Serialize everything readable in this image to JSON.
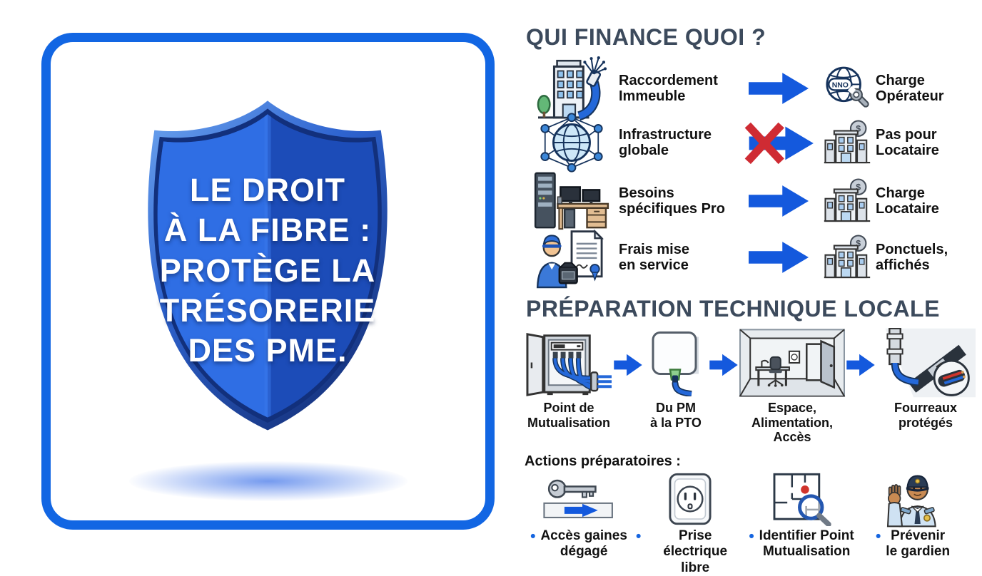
{
  "colors": {
    "frame_blue": "#1266e3",
    "arrow_blue": "#1459dd",
    "title_navy": "#3c4a5c",
    "cross_red": "#cf2b33",
    "shield_left": "#2f6ee4",
    "shield_right": "#1c4cb8"
  },
  "shield": {
    "headline": "LE DROIT\nÀ LA FIBRE :\nPROTÈGE LA\nTRÉSORERIE\nDES PME."
  },
  "finance": {
    "title": "QUI FINANCE QUOI ?",
    "rows": [
      {
        "label": "Raccordement\nImmeuble",
        "badge": "NNO",
        "result": "Charge\nOpérateur"
      },
      {
        "label": "Infrastructure\nglobale",
        "coin": "$",
        "result": "Pas pour\nLocataire"
      },
      {
        "label": "Besoins\nspécifiques Pro",
        "coin": "$",
        "result": "Charge\nLocataire"
      },
      {
        "label": "Frais mise\nen service",
        "coin": "$",
        "result": "Ponctuels,\naffichés"
      }
    ]
  },
  "prep": {
    "title": "PRÉPARATION TECHNIQUE LOCALE",
    "steps": [
      {
        "label": "Point de\nMutualisation"
      },
      {
        "label": "Du PM\nà la PTO"
      },
      {
        "label": "Espace,\nAlimentation, Accès"
      },
      {
        "label": "Fourreaux\nprotégés"
      }
    ],
    "actions_title": "Actions préparatoires :",
    "bullet": "•",
    "actions": [
      {
        "label": "Accès gaines\ndégagé"
      },
      {
        "label": "Prise électrique\nlibre"
      },
      {
        "label": "Identifier Point\nMutualisation"
      },
      {
        "label": "Prévenir\nle gardien"
      }
    ]
  }
}
